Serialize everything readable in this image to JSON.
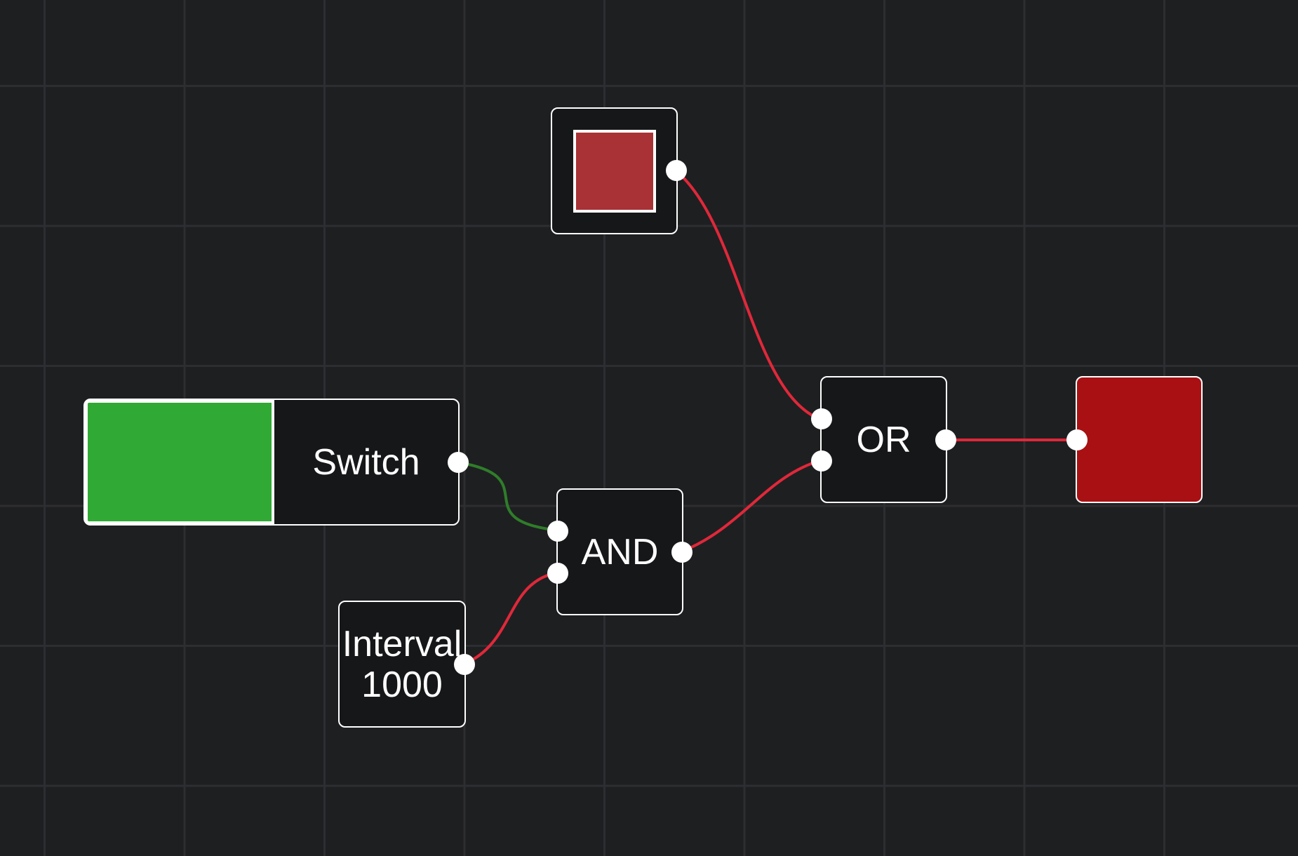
{
  "colors": {
    "background": "#1e1f21",
    "grid_line": "#2d2e31",
    "node_fill": "#161719",
    "node_border": "#ffffff",
    "port": "#ffffff",
    "wire_on": "#2f7d2a",
    "wire_off": "#e0283a",
    "switch_on": "#31a935",
    "button_off": "#a83236",
    "lamp_off": "#a81013"
  },
  "nodes": {
    "button": {
      "type": "button",
      "state": "off"
    },
    "switch": {
      "type": "switch",
      "label": "Switch",
      "state": "on"
    },
    "and": {
      "type": "gate",
      "label": "AND"
    },
    "or": {
      "type": "gate",
      "label": "OR"
    },
    "interval": {
      "type": "interval",
      "label": "Interval\n1000"
    },
    "lamp": {
      "type": "output",
      "state": "off"
    }
  },
  "connections": [
    {
      "from": "button.out",
      "to": "or.in1",
      "state": "off"
    },
    {
      "from": "switch.out",
      "to": "and.in1",
      "state": "on"
    },
    {
      "from": "interval.out",
      "to": "and.in2",
      "state": "off"
    },
    {
      "from": "and.out",
      "to": "or.in2",
      "state": "off"
    },
    {
      "from": "or.out",
      "to": "lamp.in",
      "state": "off"
    }
  ]
}
